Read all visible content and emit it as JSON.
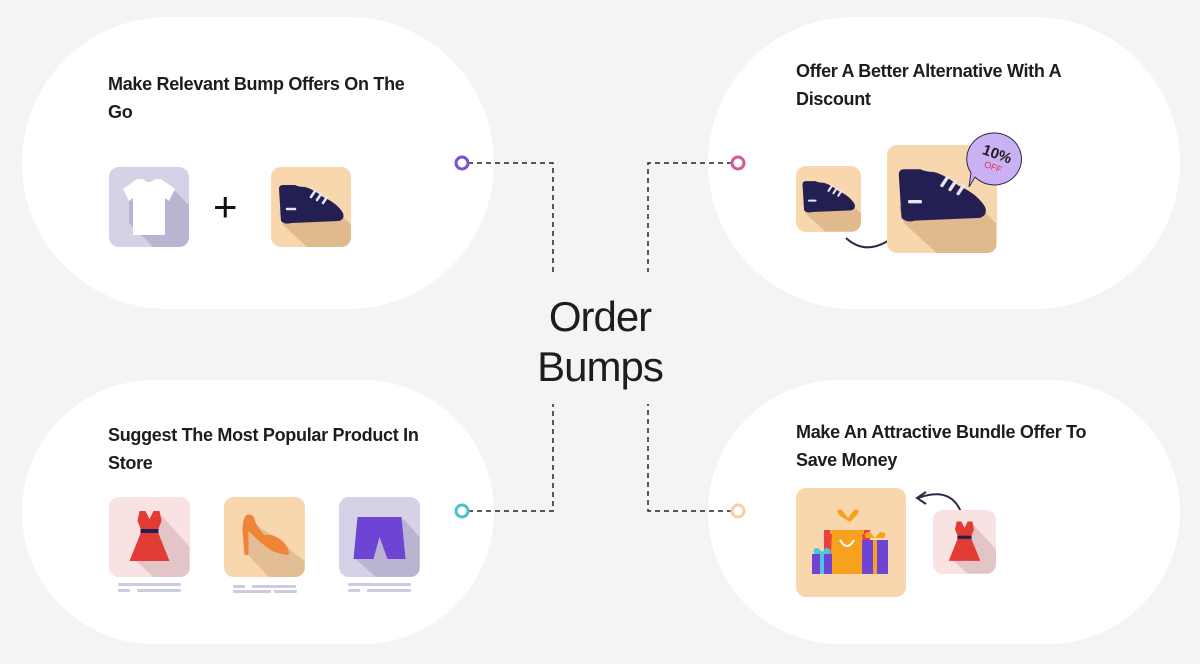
{
  "diagram": {
    "center_title_line1": "Order",
    "center_title_line2": "Bumps",
    "background_color": "#f4f4f6",
    "nodes": [
      {
        "id": "top-left",
        "title": "Make Relevant Bump Offers On The Go",
        "connector_color": "#7b4fd6",
        "illustration": [
          "t-shirt-icon",
          "plus-icon",
          "sneaker-icon"
        ],
        "operator": "+"
      },
      {
        "id": "top-right",
        "title": "Offer A Better Alternative With A Discount",
        "connector_color": "#d65a9b",
        "illustration": [
          "small-sneaker-icon",
          "curved-arrow-icon",
          "large-sneaker-icon",
          "discount-badge"
        ],
        "badge": {
          "percent": "10%",
          "label": "OFF"
        }
      },
      {
        "id": "bottom-left",
        "title": "Suggest The Most Popular Product In Store",
        "connector_color": "#4ebfd1",
        "illustration": [
          "dress-icon",
          "high-heel-icon",
          "shorts-icon"
        ]
      },
      {
        "id": "bottom-right",
        "title": "Make An Attractive Bundle Offer To Save Money",
        "connector_color": "#f8cfa0",
        "illustration": [
          "gift-bundle-icon",
          "curved-arrow-icon",
          "dress-icon"
        ]
      }
    ]
  }
}
